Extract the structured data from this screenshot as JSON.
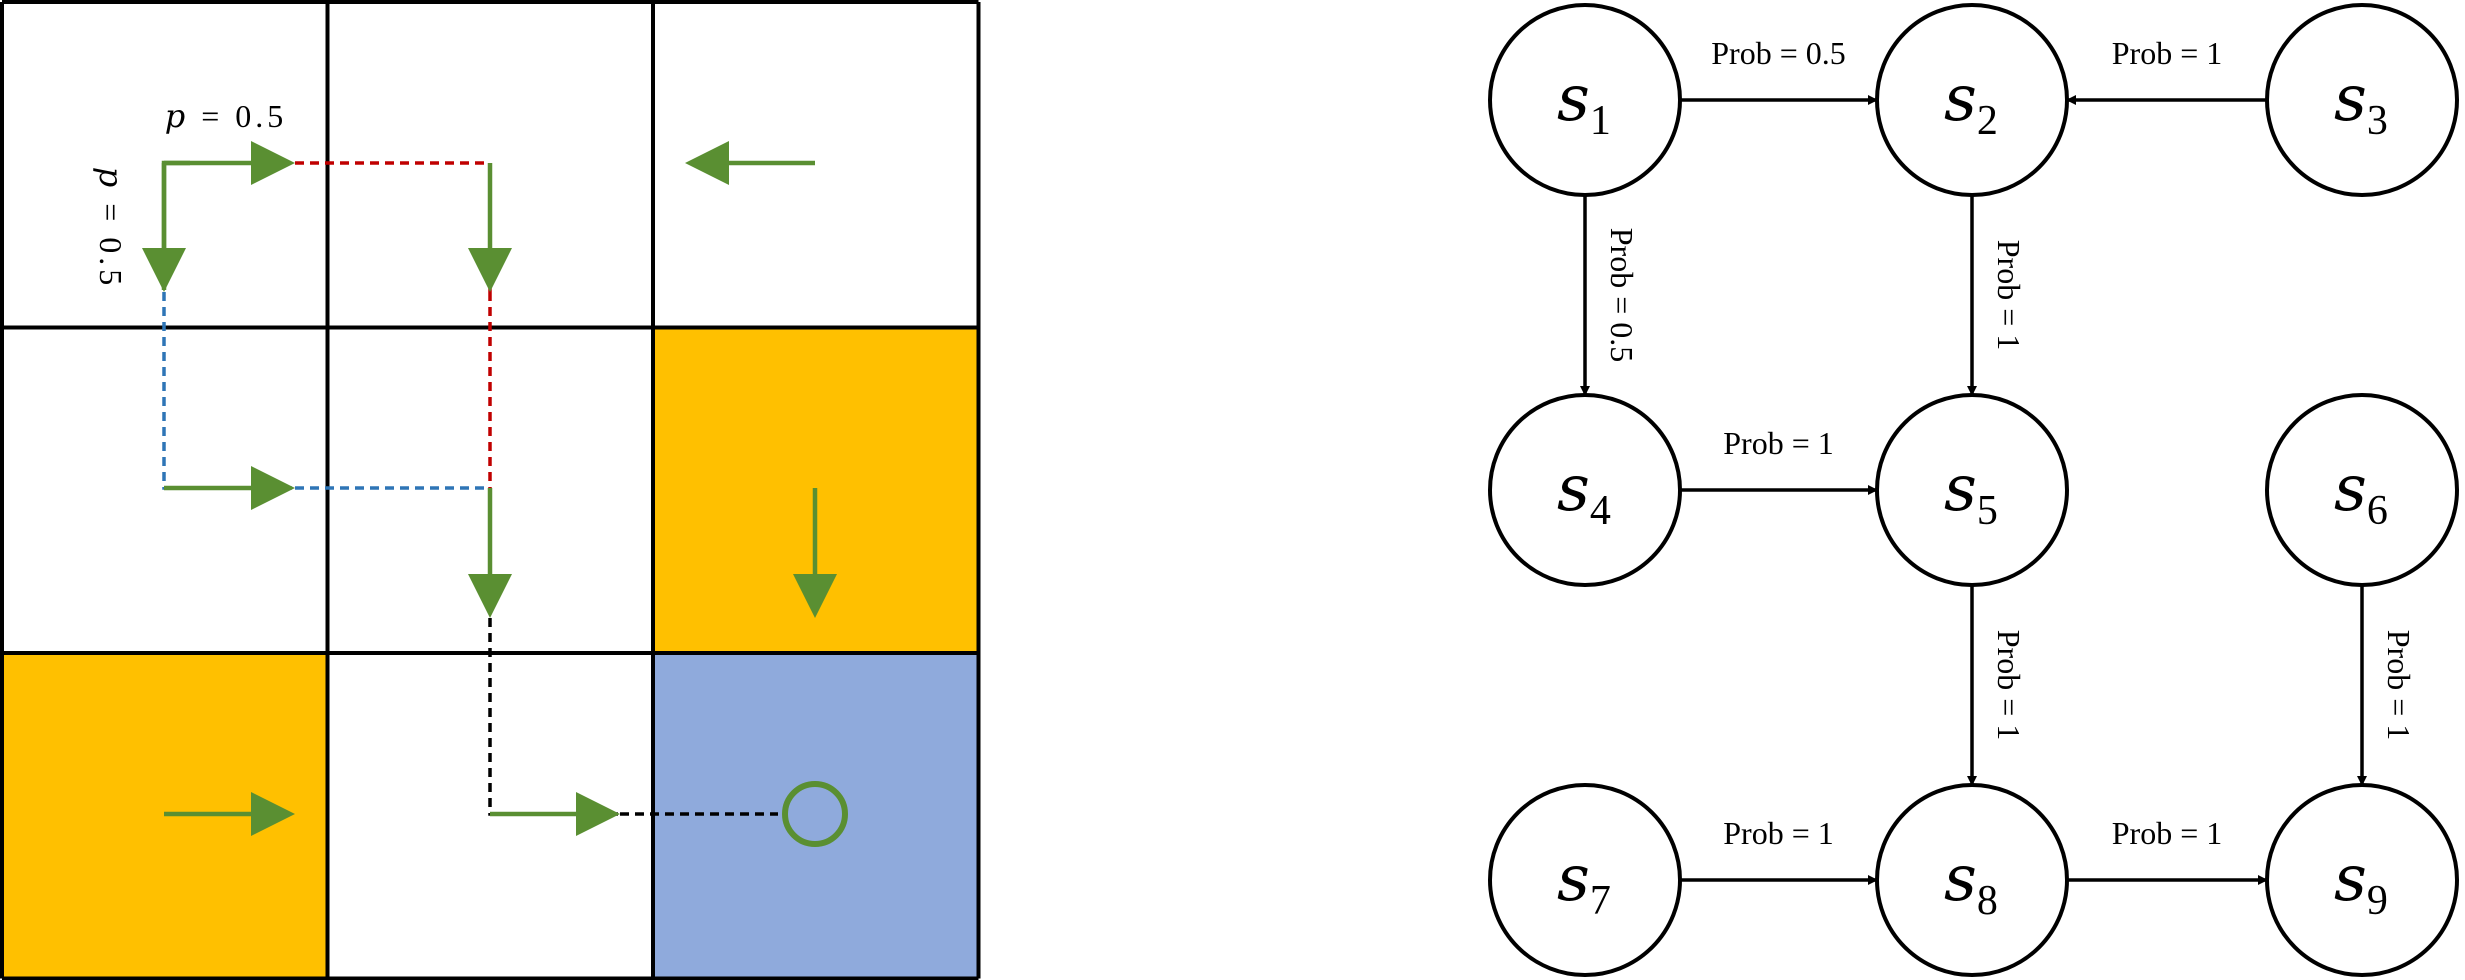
{
  "gridworld": {
    "colors": {
      "gold": "#FFC000",
      "blue": "#8FAADC",
      "white": "#FFFFFF",
      "grid_line": "#000000",
      "arrow": "#5A8F32",
      "path_red": "#C00000",
      "path_blue": "#2E75B6",
      "path_black": "#000000"
    },
    "cells": [
      {
        "row": 0,
        "col": 0,
        "fill": "white"
      },
      {
        "row": 0,
        "col": 1,
        "fill": "white"
      },
      {
        "row": 0,
        "col": 2,
        "fill": "white",
        "action": "left"
      },
      {
        "row": 1,
        "col": 0,
        "fill": "white"
      },
      {
        "row": 1,
        "col": 1,
        "fill": "white"
      },
      {
        "row": 1,
        "col": 2,
        "fill": "gold",
        "action": "down"
      },
      {
        "row": 2,
        "col": 0,
        "fill": "gold",
        "action": "right"
      },
      {
        "row": 2,
        "col": 1,
        "fill": "white"
      },
      {
        "row": 2,
        "col": 2,
        "fill": "blue",
        "action": "goal-circle"
      }
    ],
    "label_right": {
      "p": "p",
      "eq": "=",
      "val": "0.5"
    },
    "label_down": {
      "p": "p",
      "eq": "=",
      "val": "0.5"
    }
  },
  "graph": {
    "nodes": [
      {
        "id": "s1",
        "base": "s",
        "sub": "1"
      },
      {
        "id": "s2",
        "base": "s",
        "sub": "2"
      },
      {
        "id": "s3",
        "base": "s",
        "sub": "3"
      },
      {
        "id": "s4",
        "base": "s",
        "sub": "4"
      },
      {
        "id": "s5",
        "base": "s",
        "sub": "5"
      },
      {
        "id": "s6",
        "base": "s",
        "sub": "6"
      },
      {
        "id": "s7",
        "base": "s",
        "sub": "7"
      },
      {
        "id": "s8",
        "base": "s",
        "sub": "8"
      },
      {
        "id": "s9",
        "base": "s",
        "sub": "9"
      }
    ],
    "edges": [
      {
        "from": "s1",
        "to": "s2",
        "label": "Prob = 0.5"
      },
      {
        "from": "s3",
        "to": "s2",
        "label": "Prob = 1"
      },
      {
        "from": "s1",
        "to": "s4",
        "label": "Prob = 0.5"
      },
      {
        "from": "s2",
        "to": "s5",
        "label": "Prob = 1"
      },
      {
        "from": "s4",
        "to": "s5",
        "label": "Prob = 1"
      },
      {
        "from": "s5",
        "to": "s8",
        "label": "Prob = 1"
      },
      {
        "from": "s6",
        "to": "s9",
        "label": "Prob = 1"
      },
      {
        "from": "s7",
        "to": "s8",
        "label": "Prob = 1"
      },
      {
        "from": "s8",
        "to": "s9",
        "label": "Prob = 1"
      }
    ]
  }
}
